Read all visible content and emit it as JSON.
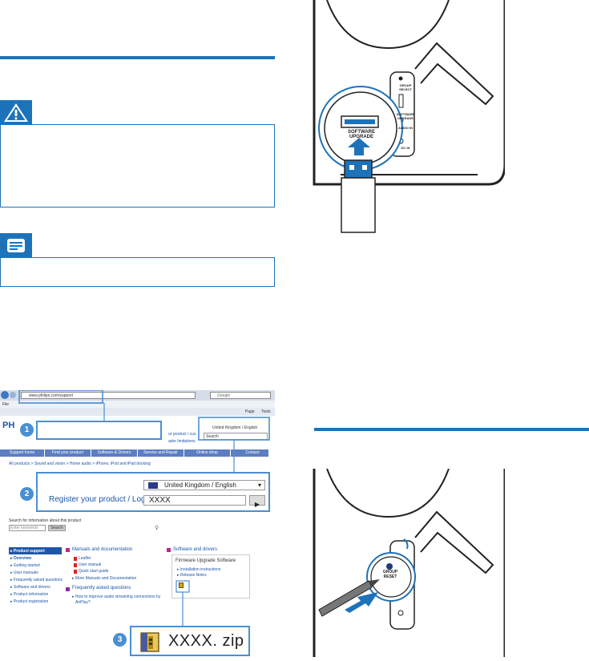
{
  "left_column": {
    "note_label": ""
  },
  "browser": {
    "address": "www.philips.com/support",
    "search_box_text": "Google",
    "menu_first": "File",
    "page_menu": "Page",
    "tools_menu": "Tools",
    "logo_partial": "PH",
    "partial_link_1": "ur product / cus",
    "partial_link_2": "ador limitations",
    "lang_region": "United Kingdom / English",
    "site_search": "Search",
    "nav": [
      "Support home",
      "Find your product",
      "Software & Drivers",
      "Service and Repair",
      "Online shop",
      "Contact"
    ],
    "breadcrumb": "All products  >  Sound and vision  >  Home audio  >  iPhone, iPod and iPad docking",
    "search_info": "Search for information about this product",
    "keywords_placeholder": "Enter keywords",
    "search_button": "Search",
    "sidebar": {
      "header": "▸ Product support",
      "items": [
        "▸ Overview",
        "▸ Getting started",
        "▸ User manuals",
        "▸ Frequently asked questions",
        "▸ Software and drivers",
        "▸ Product information",
        "▸ Product registration"
      ]
    },
    "manuals": {
      "title": "Manuals and documentation",
      "items": [
        "Leaflet",
        "User manual",
        "Quick start guide"
      ],
      "more": "▸ More Manuals and Documentation"
    },
    "faq": {
      "title": "Frequently asked questions",
      "item": "▸ How to improve audio streaming connections by",
      "item2": "AirPlay?"
    },
    "software": {
      "title": "Software and drivers",
      "panel_title": "Firmware Upgrade Software",
      "links": [
        "▸ Installation instructions",
        "▸ Release Notes"
      ]
    }
  },
  "callouts": {
    "c1": "1",
    "c2": "2",
    "c3": "3",
    "region_selector": "United Kingdom / English",
    "register_text": "Register your product / Log in",
    "model_placeholder": "XXXX",
    "go_button": "▶",
    "zip_name": "XXXX. zip"
  },
  "device": {
    "labels": {
      "group_select": "GROUP SELECT",
      "software_upgrade_small": "SOFTWARE UPGRADE",
      "audio_in": "AUDIO IN",
      "dc_in": "DC IN",
      "software_upgrade_zoom_1": "SOFTWARE",
      "software_upgrade_zoom_2": "UPGRADE",
      "group_reset_1": "GROUP",
      "group_reset_2": "RESET"
    }
  }
}
